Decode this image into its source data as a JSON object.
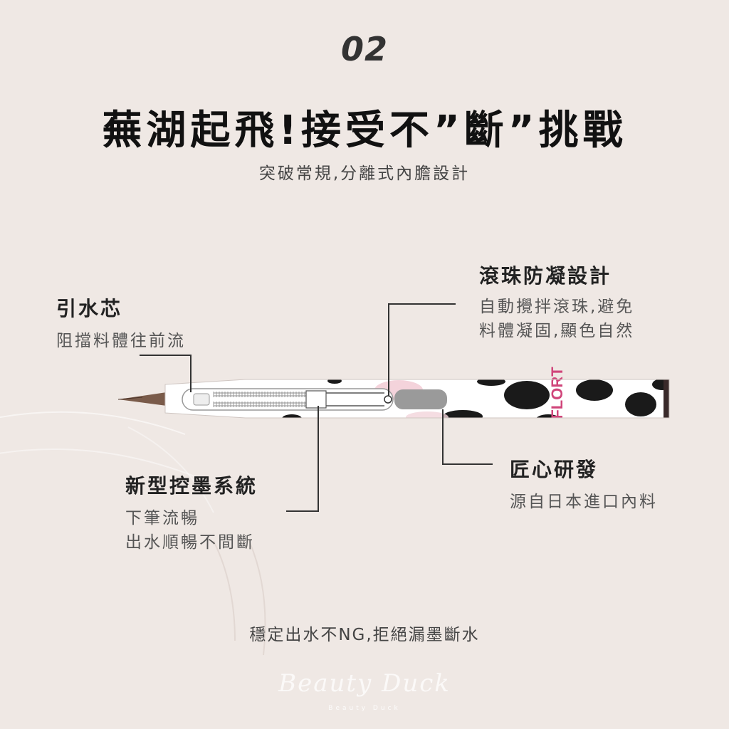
{
  "section_number": "02",
  "title": "蕪湖起飛!接受不”斷”挑戰",
  "subtitle": "突破常規,分離式內膽設計",
  "callouts": [
    {
      "title": "引水芯",
      "desc": [
        "阻擋料體往前流"
      ]
    },
    {
      "title": "滾珠防凝設計",
      "desc": [
        "自動攪拌滾珠,避免",
        "料體凝固,顯色自然"
      ]
    },
    {
      "title": "新型控墨系統",
      "desc": [
        "下筆流暢",
        "出水順暢不間斷"
      ]
    },
    {
      "title": "匠心研發",
      "desc": [
        "源自日本進口內料"
      ]
    }
  ],
  "pen_brand_text": "FLORT",
  "footer": "穩定出水不NG,拒絕漏墨斷水",
  "watermark": {
    "script": "Beauty Duck",
    "small": "Beauty Duck"
  },
  "colors": {
    "background": "#efe8e4",
    "line": "#333333",
    "cow_spot": "#1a1a1a",
    "brand_pink": "#d0457a"
  }
}
